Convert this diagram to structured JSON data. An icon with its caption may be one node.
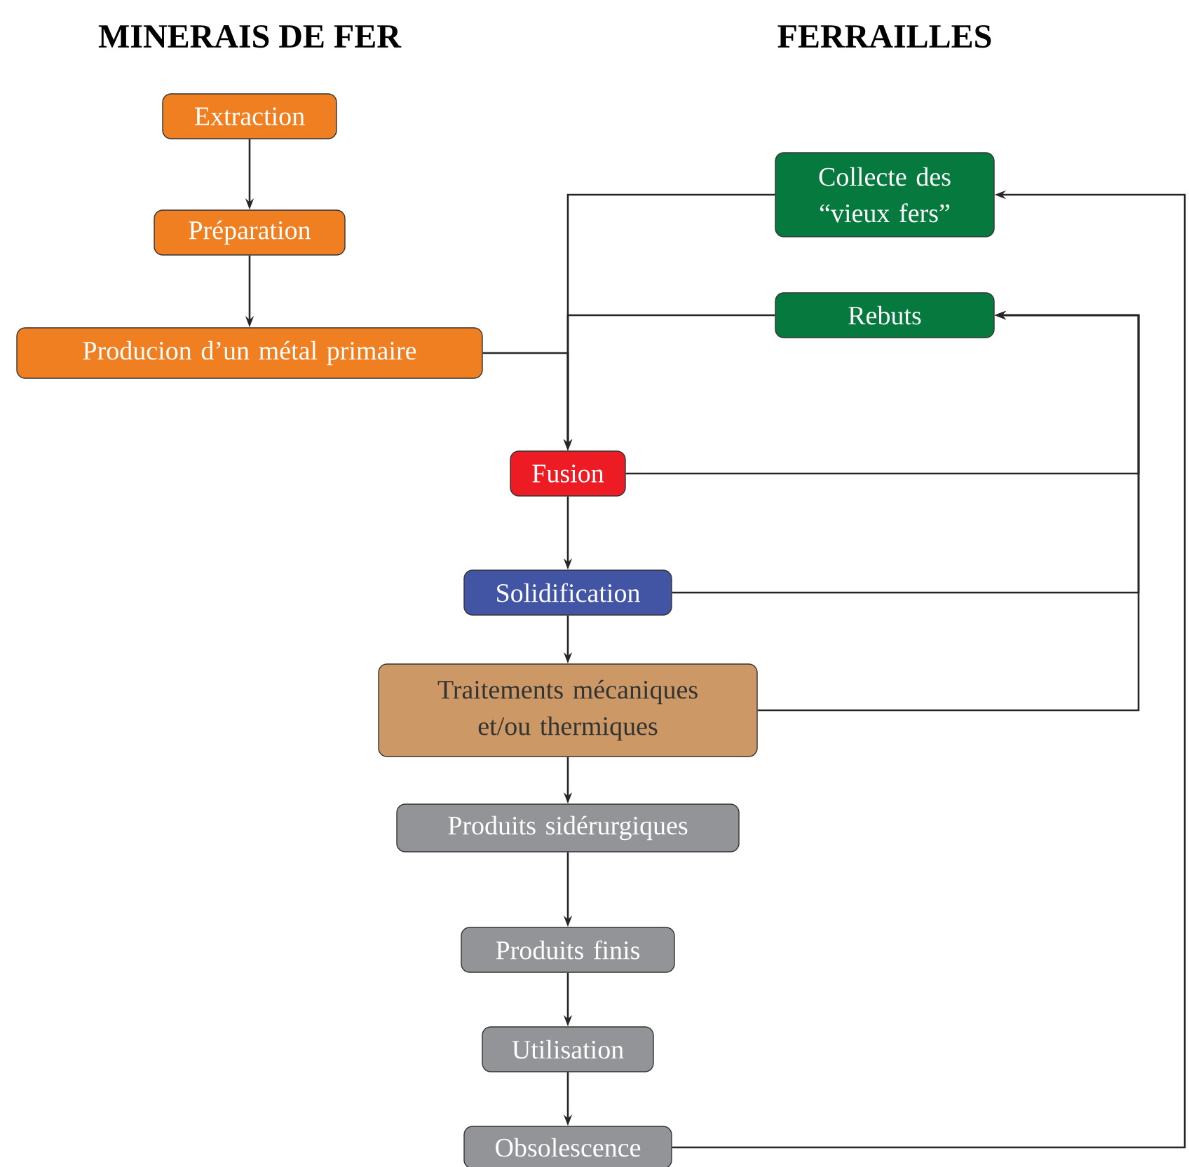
{
  "diagram": {
    "nodes": [
      {
        "text": [
          "Extraction"
        ]
      },
      {
        "text": [
          "Préparation"
        ]
      },
      {
        "text": [
          "Producion d’un métal primaire"
        ]
      },
      {
        "text": [
          "Collecte des “vieux fers”"
        ]
      },
      {
        "text": [
          "Rebuts"
        ]
      },
      {
        "text": [
          "Fusion"
        ]
      },
      {
        "text": [
          "Solidification"
        ]
      },
      {
        "text": [
          "Traitements mécaniques et/ou thermiques"
        ]
      },
      {
        "text": [
          "Produits sidérurgiques"
        ]
      },
      {
        "text": [
          "Produits finis"
        ]
      },
      {
        "text": [
          "Utilisation"
        ]
      },
      {
        "text": [
          "Obsolescence"
        ]
      }
    ],
    "edges": [
      {
        "from": 0,
        "to": 1,
        "arrow": "to"
      },
      {
        "from": 1,
        "to": 2,
        "arrow": "to"
      },
      {
        "from": 2,
        "to": 5,
        "arrow": "to"
      },
      {
        "from": 3,
        "to": 5,
        "arrow": "to"
      },
      {
        "from": 4,
        "to": 5,
        "arrow": "to"
      },
      {
        "from": 5,
        "to": 6,
        "arrow": "to"
      },
      {
        "from": 6,
        "to": 7,
        "arrow": "to"
      },
      {
        "from": 7,
        "to": 8,
        "arrow": "to"
      },
      {
        "from": 8,
        "to": 9,
        "arrow": "to"
      },
      {
        "from": 9,
        "to": 10,
        "arrow": "to"
      },
      {
        "from": 10,
        "to": 11,
        "arrow": "to"
      },
      {
        "from": 5,
        "to": 4,
        "arrow": "to"
      },
      {
        "from": 6,
        "to": 4,
        "arrow": "to"
      },
      {
        "from": 7,
        "to": 4,
        "arrow": "to"
      },
      {
        "from": 11,
        "to": 3,
        "arrow": "to"
      }
    ],
    "labels": [
      "MINERAIS DE FER",
      "FERRAILLES"
    ]
  }
}
